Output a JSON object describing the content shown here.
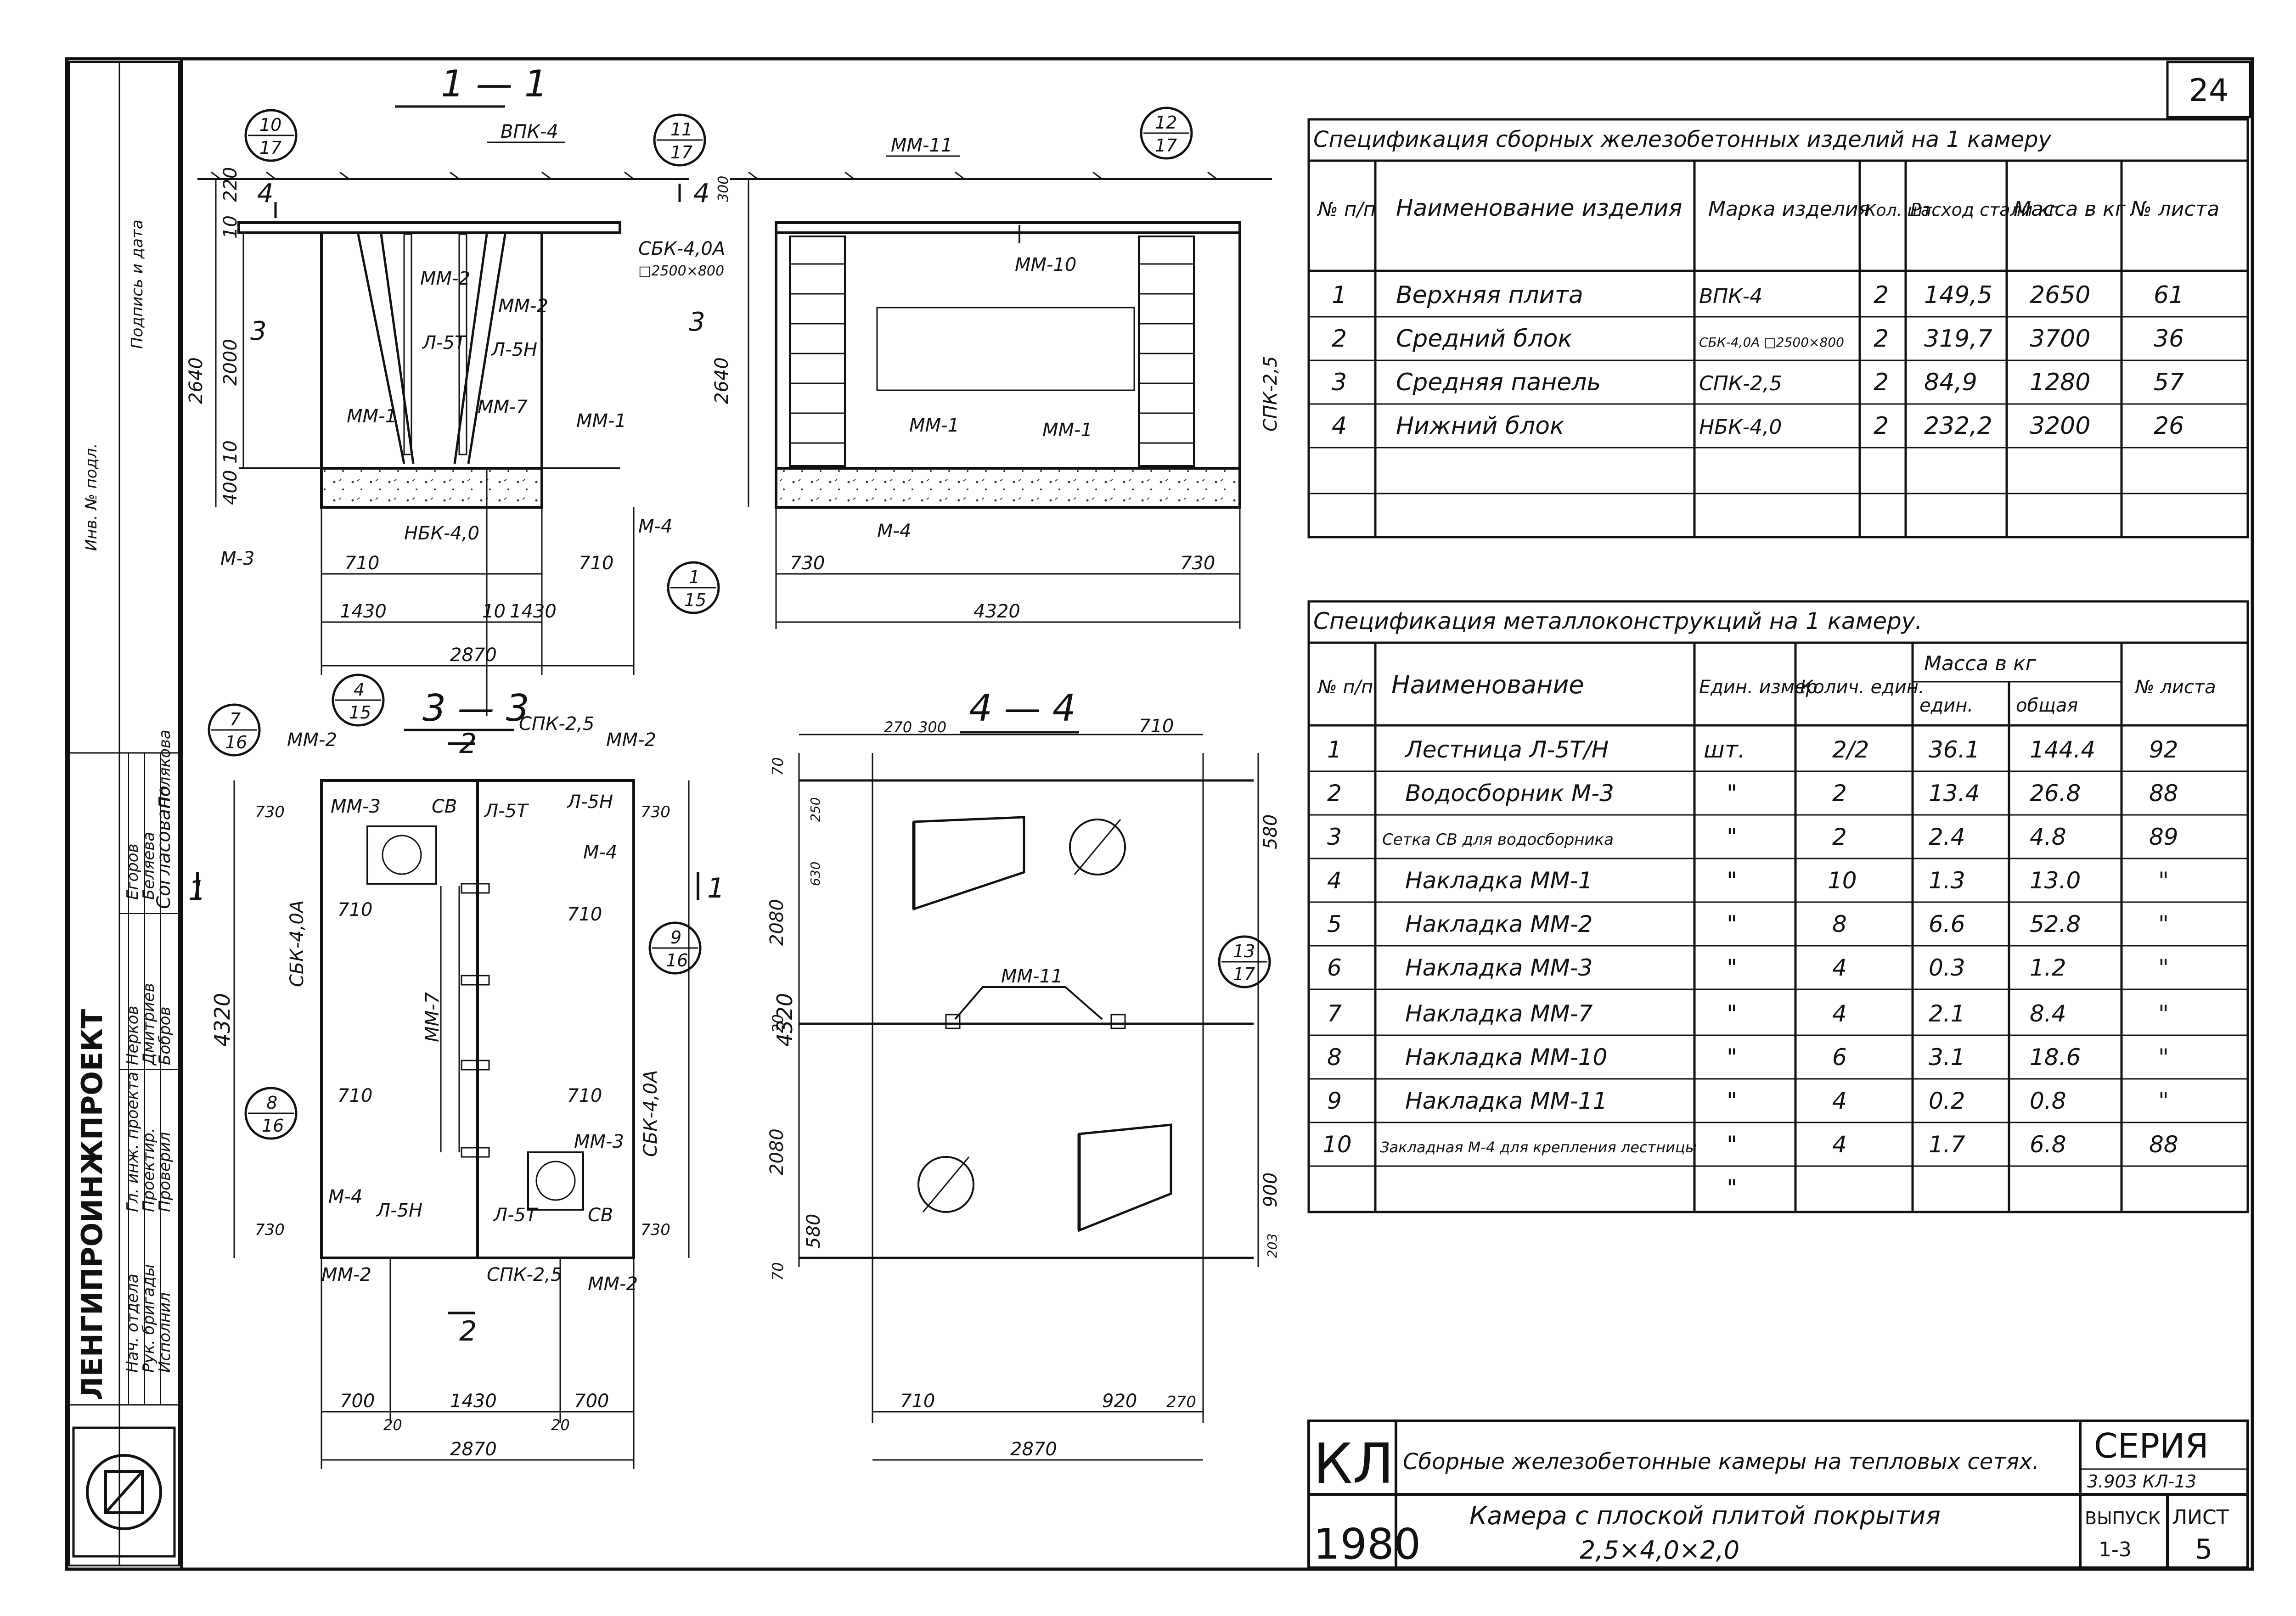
{
  "sheet_no": "24",
  "spec1": {
    "title": "Спецификация сборных железобетонных изделий на 1 камеру",
    "headers": [
      "№ п/п",
      "Наименование изделия",
      "Марка изделия",
      "Кол. шт.",
      "Расход стали кг",
      "Масса в кг",
      "№ листа"
    ],
    "rows": [
      [
        "1",
        "Верхняя плита",
        "ВПК-4",
        "2",
        "149,5",
        "2650",
        "61"
      ],
      [
        "2",
        "Средний блок",
        "СБК-4,0А □2500×800",
        "2",
        "319,7",
        "3700",
        "36"
      ],
      [
        "3",
        "Средняя панель",
        "СПК-2,5",
        "2",
        "84,9",
        "1280",
        "57"
      ],
      [
        "4",
        "Нижний блок",
        "НБК-4,0",
        "2",
        "232,2",
        "3200",
        "26"
      ]
    ]
  },
  "spec2": {
    "title": "Спецификация металлоконструкций на 1 камеру.",
    "headers": [
      "№ п/п",
      "Наименование",
      "Един. измер.",
      "Колич. един.",
      "Масса в кг",
      "един.",
      "общая",
      "№ листа"
    ],
    "rows": [
      [
        "1",
        "Лестница Л-5Т/Н",
        "шт.",
        "2/2",
        "36.1",
        "144.4",
        "92"
      ],
      [
        "2",
        "Водосборник М-3",
        "\"",
        "2",
        "13.4",
        "26.8",
        "88"
      ],
      [
        "3",
        "Сетка СВ для водосборника",
        "\"",
        "2",
        "2.4",
        "4.8",
        "89"
      ],
      [
        "4",
        "Накладка ММ-1",
        "\"",
        "10",
        "1.3",
        "13.0",
        "\""
      ],
      [
        "5",
        "Накладка ММ-2",
        "\"",
        "8",
        "6.6",
        "52.8",
        "\""
      ],
      [
        "6",
        "Накладка ММ-3",
        "\"",
        "4",
        "0.3",
        "1.2",
        "\""
      ],
      [
        "7",
        "Накладка ММ-7",
        "\"",
        "4",
        "2.1",
        "8.4",
        "\""
      ],
      [
        "8",
        "Накладка ММ-10",
        "\"",
        "6",
        "3.1",
        "18.6",
        "\""
      ],
      [
        "9",
        "Накладка ММ-11",
        "\"",
        "4",
        "0.2",
        "0.8",
        "\""
      ],
      [
        "10",
        "Закладная М-4 для крепления лестницы",
        "\"",
        "4",
        "1.7",
        "6.8",
        "88"
      ],
      [
        "",
        "",
        "\"",
        "",
        "",
        "",
        ""
      ]
    ]
  },
  "views": {
    "v11": "1 — 1",
    "v33": "3 — 3",
    "v44": "4 — 4"
  },
  "labels": {
    "vpk4": "ВПК-4",
    "mm11": "ММ-11",
    "mm10": "ММ-10",
    "mm2": "ММ-2",
    "mm1": "ММ-1",
    "mm7": "ММ-7",
    "mm3": "ММ-3",
    "l5t": "Л-5Т",
    "l5h": "Л-5Н",
    "sbk": "СБК-4,0А",
    "sbk_size": "□2500×800",
    "spk": "СПК-2,5",
    "nbk": "НБК-4,0",
    "m3": "М-3",
    "m4": "М-4",
    "cv": "СВ",
    "d2640": "2640",
    "d2000": "2000",
    "d220": "220",
    "d400": "400",
    "d300": "300",
    "d710": "710",
    "d730": "730",
    "d1430": "1430",
    "d10": "10",
    "d2870": "2870",
    "d4320": "4320",
    "d700": "700",
    "d20": "20",
    "d580": "580",
    "d2080": "2080",
    "d900": "900",
    "d920": "920",
    "d270": "270",
    "d70": "70",
    "d250": "250",
    "d630": "630",
    "d203": "203"
  },
  "callouts": {
    "c1": [
      "10",
      "17"
    ],
    "c2": [
      "11",
      "17"
    ],
    "c3": [
      "12",
      "17"
    ],
    "c4": [
      "1",
      "15"
    ],
    "c5": [
      "7",
      "16"
    ],
    "c6": [
      "4",
      "15"
    ],
    "c7": [
      "9",
      "16"
    ],
    "c8": [
      "8",
      "16"
    ],
    "c9": [
      "13",
      "17"
    ]
  },
  "sections": {
    "s1": "1",
    "s2": "2",
    "s3": "3",
    "s4": "4"
  },
  "titleblock": {
    "kl": "КЛ",
    "year": "1980",
    "title1": "Сборные железобетонные камеры на тепловых сетях.",
    "title2": "Камера с плоской плитой покрытия",
    "title3": "2,5×4,0×2,0",
    "seria_label": "СЕРИЯ",
    "seria": "3.903 КЛ-13",
    "vypusk_label": "ВЫПУСК",
    "vypusk": "1-3",
    "list_label": "ЛИСТ",
    "list": "5"
  },
  "leftstamp": {
    "org": "ЛЕНГИПРОИНЖПРОЕКТ",
    "soglasovano": "Согласовано",
    "roles": [
      "Нач. отдела",
      "Гл. инж. проекта",
      "Рук. бригады",
      "Проектир.",
      "Исполнил",
      "Проверил"
    ],
    "names": [
      "Егоров",
      "Нерков",
      "Дмитриев",
      "Беляева",
      "Бобров",
      "Полякова"
    ],
    "rotated1": "Инв. № подл.",
    "rotated2": "Подпись и дата"
  }
}
